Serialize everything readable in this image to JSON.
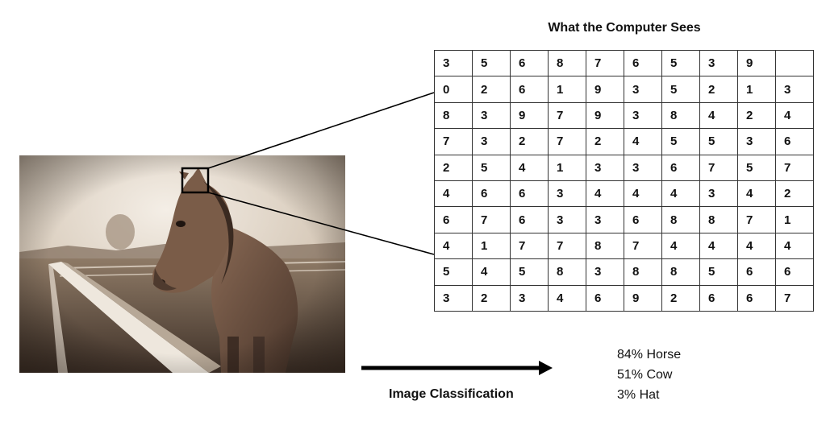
{
  "grid_title": "What the Computer Sees",
  "grid": [
    [
      "3",
      "5",
      "6",
      "8",
      "7",
      "6",
      "5",
      "3",
      "9",
      ""
    ],
    [
      "0",
      "2",
      "6",
      "1",
      "9",
      "3",
      "5",
      "2",
      "1",
      "3"
    ],
    [
      "8",
      "3",
      "9",
      "7",
      "9",
      "3",
      "8",
      "4",
      "2",
      "4"
    ],
    [
      "7",
      "3",
      "2",
      "7",
      "2",
      "4",
      "5",
      "5",
      "3",
      "6"
    ],
    [
      "2",
      "5",
      "4",
      "1",
      "3",
      "3",
      "6",
      "7",
      "5",
      "7"
    ],
    [
      "4",
      "6",
      "6",
      "3",
      "4",
      "4",
      "4",
      "3",
      "4",
      "2"
    ],
    [
      "6",
      "7",
      "6",
      "3",
      "3",
      "6",
      "8",
      "8",
      "7",
      "1"
    ],
    [
      "4",
      "1",
      "7",
      "7",
      "8",
      "7",
      "4",
      "4",
      "4",
      "4"
    ],
    [
      "5",
      "4",
      "5",
      "8",
      "3",
      "8",
      "8",
      "5",
      "6",
      "6"
    ],
    [
      "3",
      "2",
      "3",
      "4",
      "6",
      "9",
      "2",
      "6",
      "6",
      "7"
    ]
  ],
  "arrow_label": "Image Classification",
  "predictions": [
    "84% Horse",
    "51% Cow",
    "3% Hat"
  ],
  "image_subject": "horse-photo-sepia"
}
